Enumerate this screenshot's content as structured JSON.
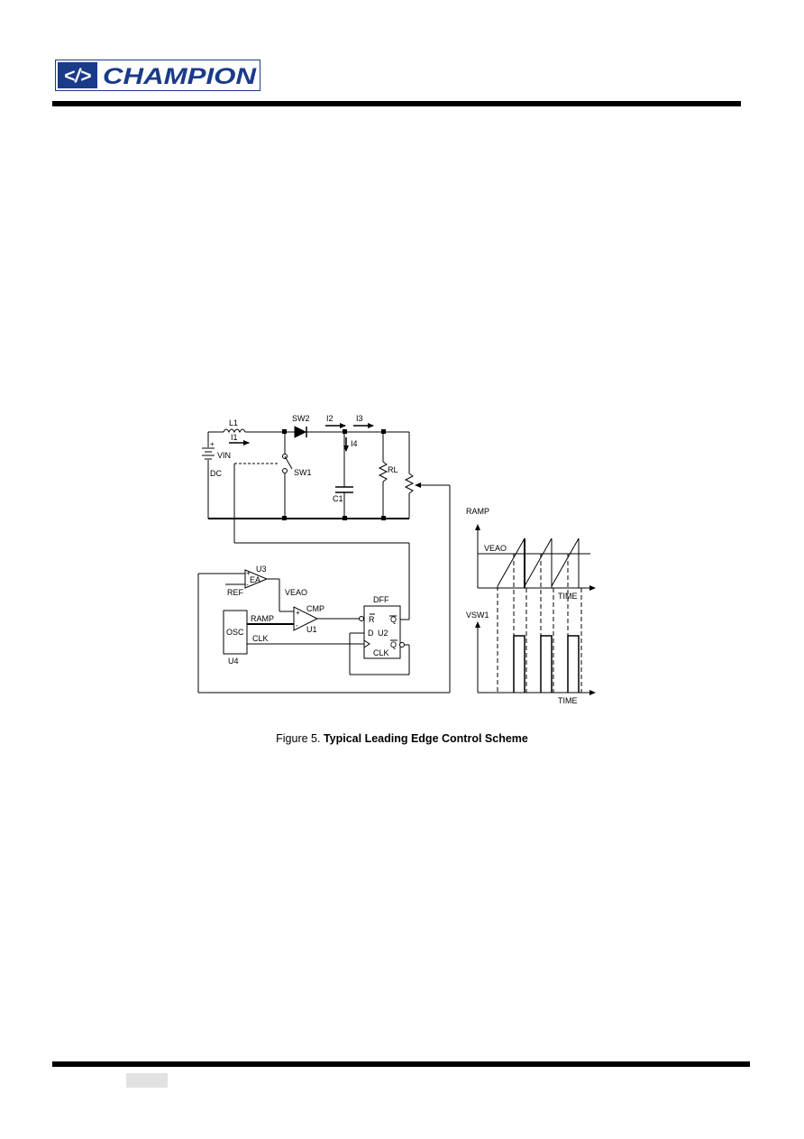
{
  "header": {
    "logo_text": "CHAMPION",
    "logo_symbol": "</>"
  },
  "figure": {
    "caption_prefix": "Figure 5.",
    "caption_title": "Typical Leading Edge Control Scheme",
    "labels": {
      "l1": "L1",
      "i1": "I1",
      "vin": "VIN",
      "dc": "DC",
      "plus": "+",
      "sw2": "SW2",
      "i2": "I2",
      "i3": "I3",
      "i4": "I4",
      "sw1": "SW1",
      "c1": "C1",
      "rl": "RL",
      "u3": "U3",
      "ea": "EA",
      "ref": "REF",
      "veao": "VEAO",
      "cmp": "CMP",
      "u1": "U1",
      "osc": "OSC",
      "u4": "U4",
      "ramp": "RAMP",
      "clk": "CLK",
      "dff": "DFF",
      "r": "R",
      "d": "D",
      "q": "Q",
      "qbar": "Q",
      "u2": "U2",
      "clk_pin": "CLK",
      "graph_ramp": "RAMP",
      "graph_veao": "VEAO",
      "graph_time1": "TIME",
      "graph_vsw1": "VSW1",
      "graph_time2": "TIME",
      "plus_cmp": "+",
      "minus_cmp": "-",
      "plus_ea": "+",
      "minus_ea": "-"
    }
  }
}
